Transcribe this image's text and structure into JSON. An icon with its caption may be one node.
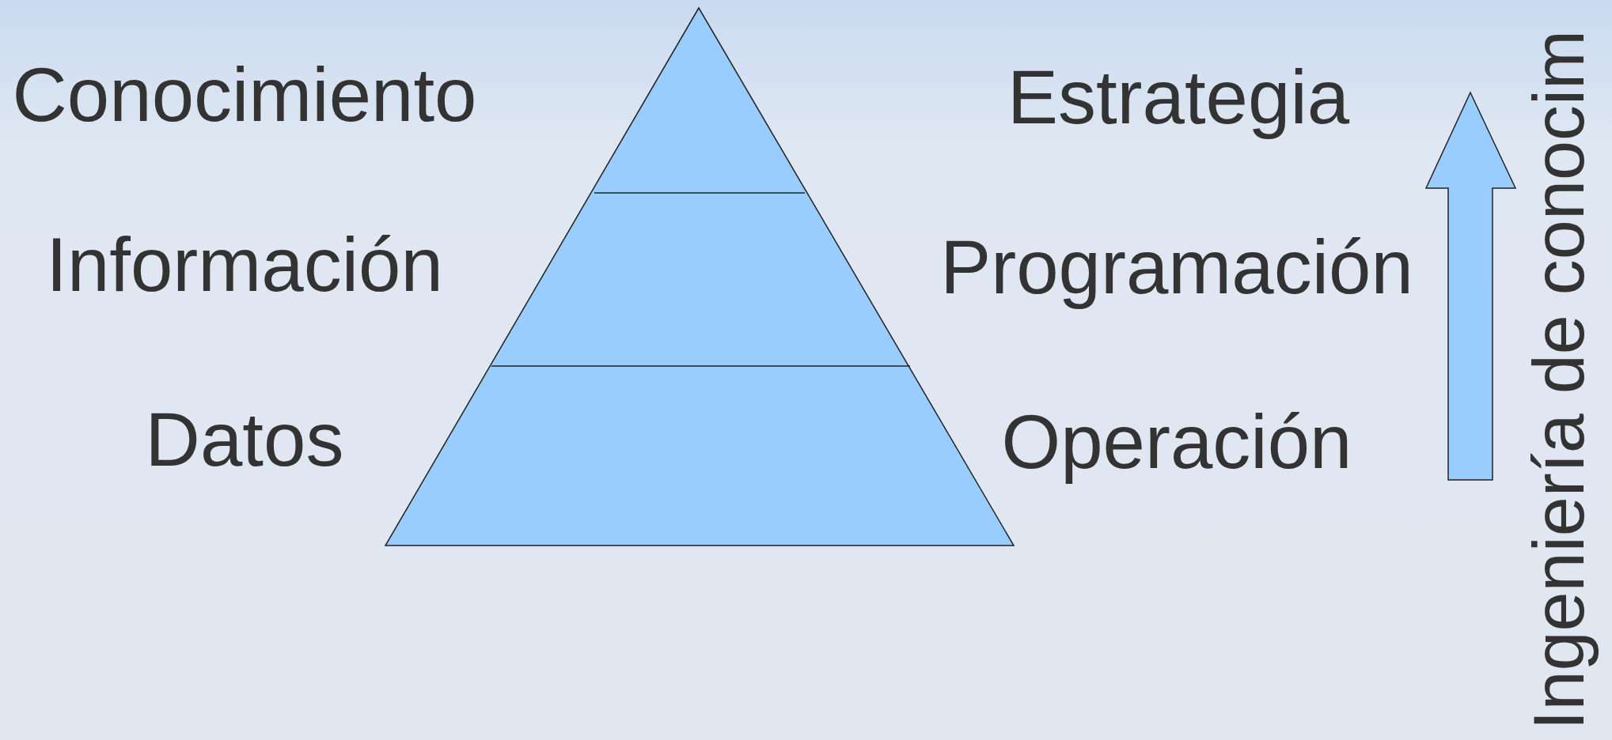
{
  "diagram": {
    "labels": [
      "Conocimiento",
      "Estrategia",
      "Información",
      "Programación",
      "Datos",
      "Operación",
      "Ingeniería de conocim"
    ]
  }
}
